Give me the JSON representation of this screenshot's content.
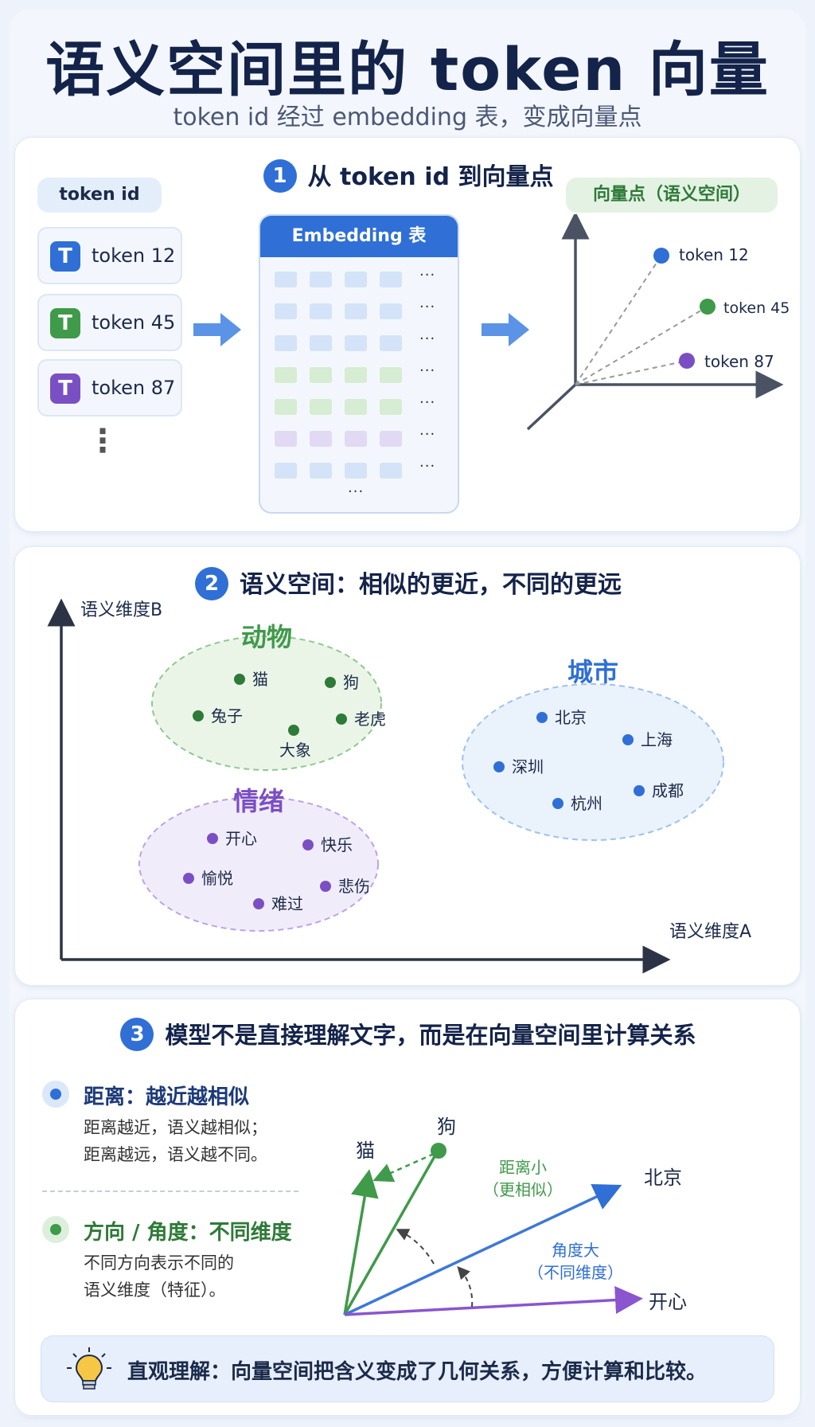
{
  "header": {
    "title": "语义空间里的 token 向量",
    "subtitle": "token id 经过 embedding 表，变成向量点"
  },
  "section1": {
    "num": "1",
    "title": "从 token id 到向量点",
    "token_id_label": "token id",
    "tokens": [
      {
        "icon": "T",
        "label": "token 12",
        "color": "#2f6fd6"
      },
      {
        "icon": "T",
        "label": "token 45",
        "color": "#3f9a4a"
      },
      {
        "icon": "T",
        "label": "token 87",
        "color": "#7b4fc4"
      }
    ],
    "token_more": "⋮",
    "embedding_title": "Embedding 表",
    "embedding_dots": "···",
    "vector_label": "向量点（语义空间）",
    "vector_points": [
      {
        "label": "token 12",
        "color": "#2f6fd6"
      },
      {
        "label": "token 45",
        "color": "#3f9a4a"
      },
      {
        "label": "token 87",
        "color": "#7b4fc4"
      }
    ]
  },
  "section2": {
    "num": "2",
    "title": "语义空间：相似的更近，不同的更远",
    "axis_b": "语义维度B",
    "axis_a": "语义维度A",
    "clusters": [
      {
        "name": "动物",
        "color": "#3f9a4a",
        "words": [
          "猫",
          "狗",
          "兔子",
          "老虎",
          "大象"
        ]
      },
      {
        "name": "城市",
        "color": "#2f6fd6",
        "words": [
          "北京",
          "上海",
          "深圳",
          "成都",
          "杭州"
        ]
      },
      {
        "name": "情绪",
        "color": "#7b4fc4",
        "words": [
          "开心",
          "快乐",
          "愉悦",
          "悲伤",
          "难过"
        ]
      }
    ]
  },
  "section3": {
    "num": "3",
    "title": "模型不是直接理解文字，而是在向量空间里计算关系",
    "distance_title": "距离：越近越相似",
    "distance_text1": "距离越近，语义越相似；",
    "distance_text2": "距离越远，语义越不同。",
    "direction_title": "方向 / 角度：不同维度",
    "direction_text1": "不同方向表示不同的",
    "direction_text2": "语义维度（特征）。",
    "vectors": {
      "cat": "猫",
      "dog": "狗",
      "beijing": "北京",
      "happy": "开心",
      "small_dist1": "距离小",
      "small_dist2": "（更相似）",
      "big_angle1": "角度大",
      "big_angle2": "（不同维度）"
    },
    "tip": "直观理解：向量空间把含义变成了几何关系，方便计算和比较。"
  }
}
